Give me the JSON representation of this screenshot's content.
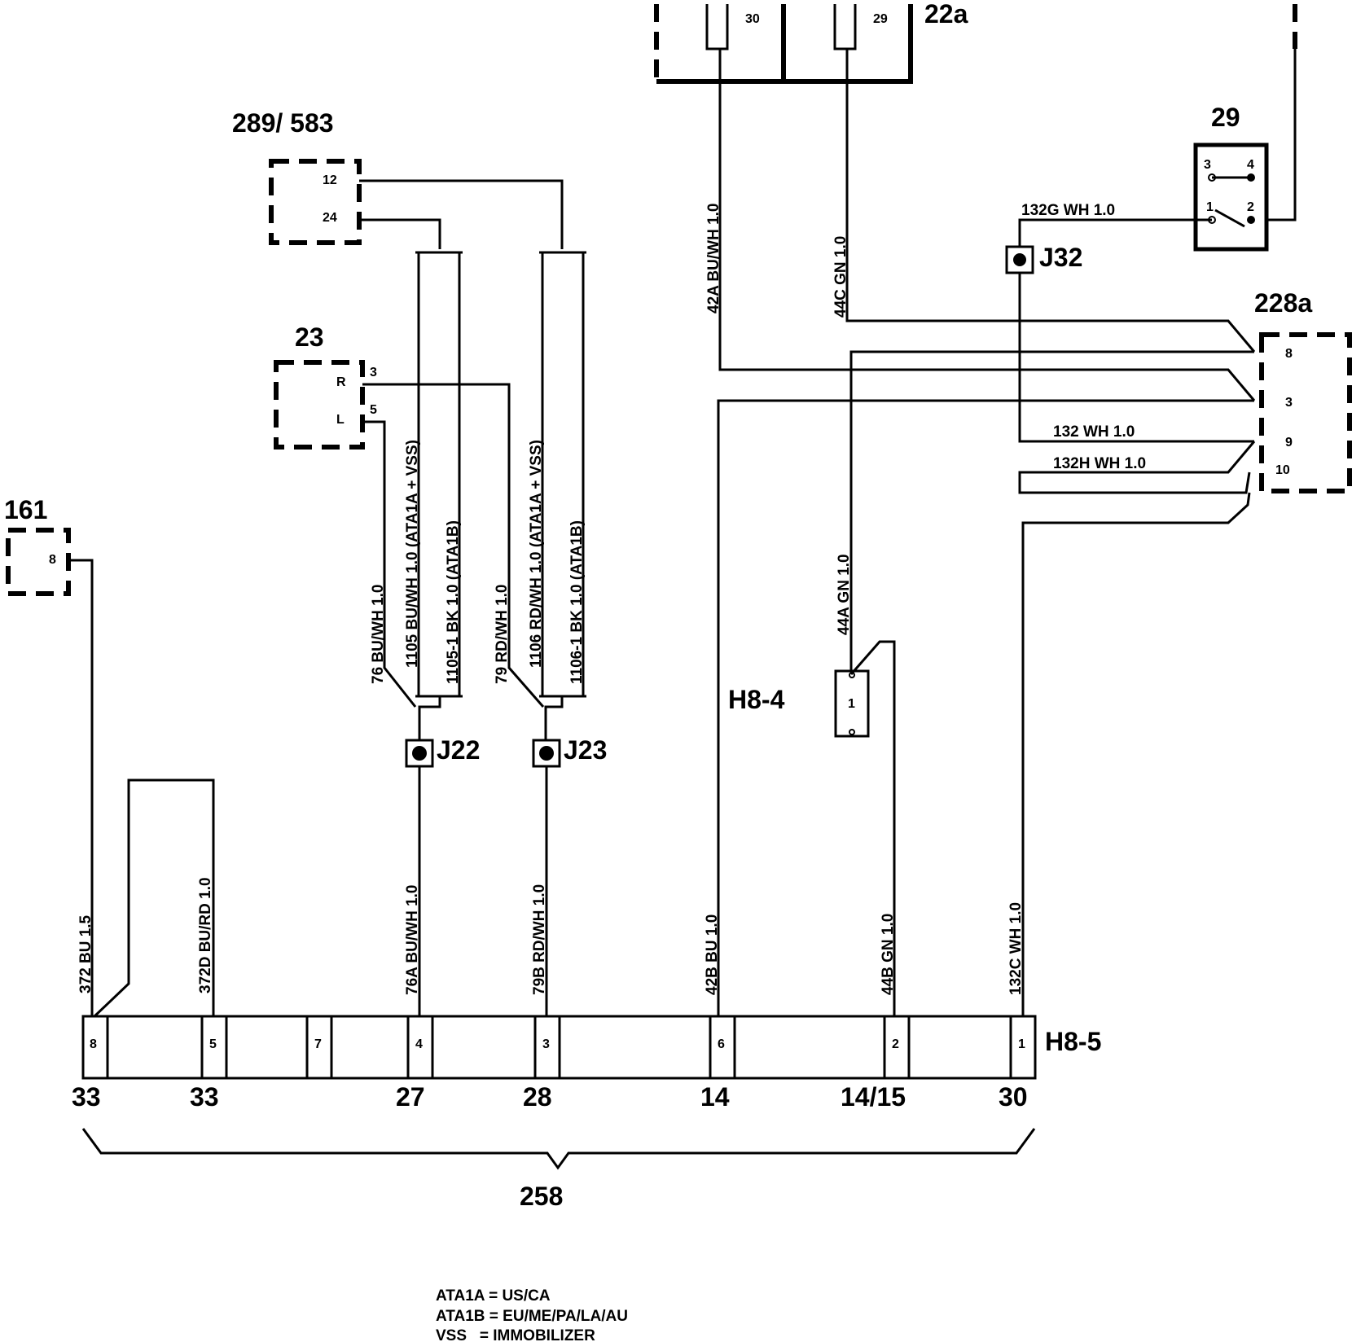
{
  "components": {
    "c22a": {
      "label": "22a",
      "pin_a": "30",
      "pin_b": "29"
    },
    "c289": {
      "label": "289/ 583",
      "pin_a": "12",
      "pin_b": "24"
    },
    "c29": {
      "label": "29",
      "pin_3": "3",
      "pin_4": "4",
      "pin_1": "1",
      "pin_2": "2"
    },
    "c228a": {
      "label": "228a",
      "pin_8": "8",
      "pin_3": "3",
      "pin_9": "9",
      "pin_10": "10"
    },
    "c23": {
      "label": "23",
      "pin_r": "R",
      "pin_l": "L",
      "pin_3": "3",
      "pin_5": "5"
    },
    "c161": {
      "label": "161",
      "pin_8": "8"
    },
    "h84": {
      "label": "H8-4",
      "pin": "1"
    },
    "h85": {
      "label": "H8-5",
      "pins": [
        "8",
        "5",
        "7",
        "4",
        "3",
        "6",
        "2",
        "1"
      ]
    },
    "bottom_numbers": [
      "33",
      "33",
      "27",
      "28",
      "14",
      "14/15",
      "30"
    ],
    "group": "258"
  },
  "junctions": {
    "j22": "J22",
    "j23": "J23",
    "j32": "J32"
  },
  "wires": {
    "w42a": "42A  BU/WH 1.0",
    "w44c": "44C  GN 1.0",
    "w132g": "132G  WH 1.0",
    "w132": "132  WH 1.0",
    "w132h": "132H  WH 1.0",
    "w1105": "1105  BU/WH 1.0  (ATA1A + VSS)",
    "w1105_1": "1105-1  BK 1.0  (ATA1B)",
    "w1106": "1106  RD/WH 1.0  (ATA1A + VSS)",
    "w1106_1": "1106-1  BK 1.0  (ATA1B)",
    "w76": "76  BU/WH 1.0",
    "w79": "79  RD/WH 1.0",
    "w44a": "44A  GN 1.0",
    "w372": "372  BU 1.5",
    "w372d": "372D  BU/RD 1.0",
    "w76a": "76A  BU/WH 1.0",
    "w79b": "79B  RD/WH 1.0",
    "w42b": "42B  BU 1.0",
    "w44b": "44B  GN 1.0",
    "w132c": "132C  WH 1.0"
  },
  "legend": [
    "ATA1A = US/CA",
    "ATA1B = EU/ME/PA/LA/AU",
    "VSS   = IMMOBILIZER"
  ]
}
